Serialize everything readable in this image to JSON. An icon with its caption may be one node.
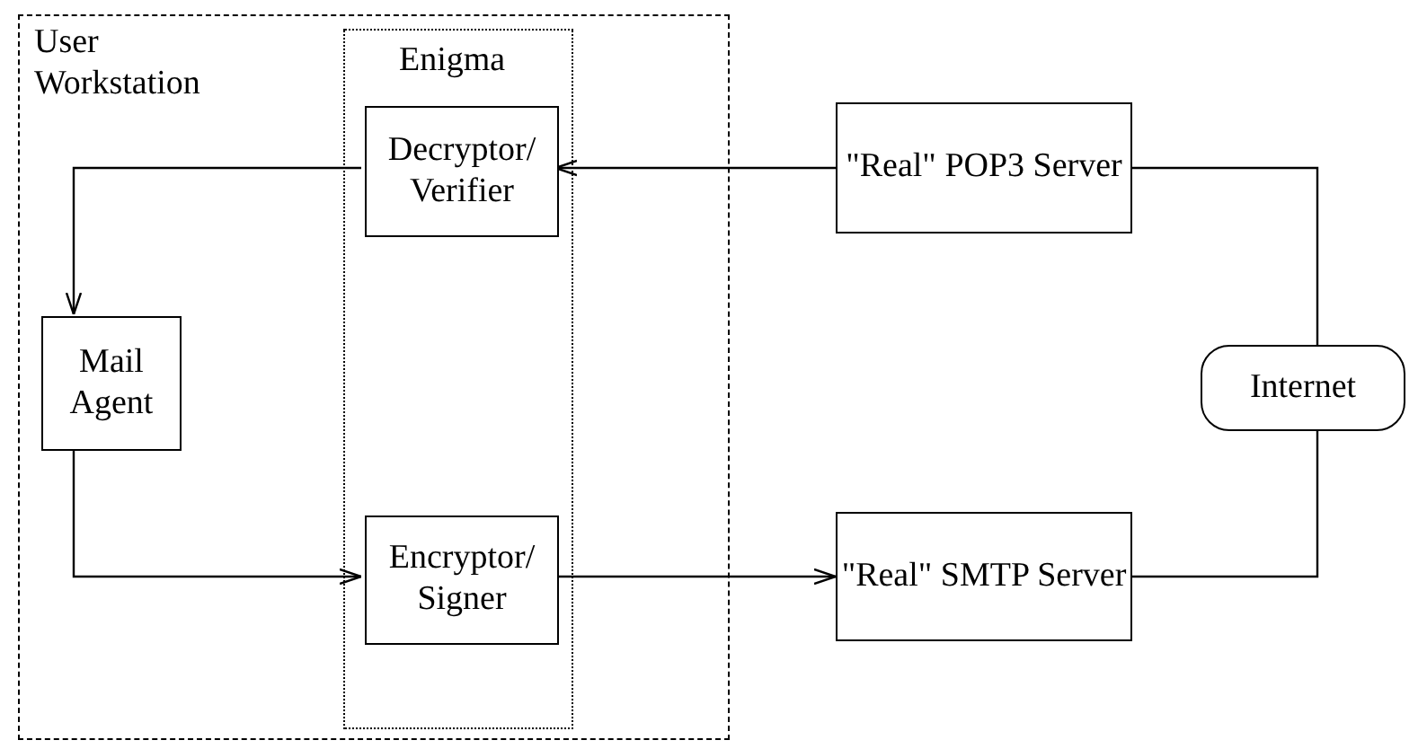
{
  "diagram": {
    "nodes": [
      {
        "text": [
          "User Workstation"
        ]
      },
      {
        "text": [
          "Enigma"
        ],
        "in": 0
      },
      {
        "text": [
          "Decryptor/ Verifier"
        ],
        "in": 1
      },
      {
        "text": [
          "Mail Agent"
        ],
        "in": 0
      },
      {
        "text": [
          "Encryptor/ Signer"
        ],
        "in": 1
      },
      {
        "text": [
          "\"Real\" POP3 Server"
        ]
      },
      {
        "text": [
          "Internet"
        ]
      },
      {
        "text": [
          "\"Real\" SMTP Server"
        ]
      }
    ],
    "edges": [
      {
        "from": 5,
        "to": 2,
        "arrow": "to"
      },
      {
        "from": 6,
        "to": 5,
        "arrow": "none"
      },
      {
        "from": 2,
        "to": 3,
        "arrow": "to"
      },
      {
        "from": 3,
        "to": 4,
        "arrow": "to"
      },
      {
        "from": 4,
        "to": 7,
        "arrow": "to"
      },
      {
        "from": 7,
        "to": 6,
        "arrow": "none"
      }
    ]
  }
}
